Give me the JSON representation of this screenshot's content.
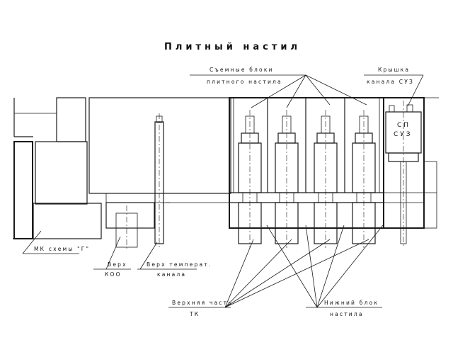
{
  "title": "Плитный настил",
  "labels": {
    "removable_blocks_1": "Съемные блоки",
    "removable_blocks_2": "плитного настила",
    "cover_1": "Крышка",
    "cover_2": "канала СУЗ",
    "sp_1": "СП",
    "sp_2": "СУЗ",
    "mk": "МК схемы \"Г\"",
    "top_koo_1": "Верх",
    "top_koo_2": "КОО",
    "top_temp_1": "Верх температ.",
    "top_temp_2": "канала",
    "upper_tk_1": "Верхняя часть",
    "upper_tk_2": "ТК",
    "lower_block_1": "Нижний блок",
    "lower_block_2": "настила"
  }
}
